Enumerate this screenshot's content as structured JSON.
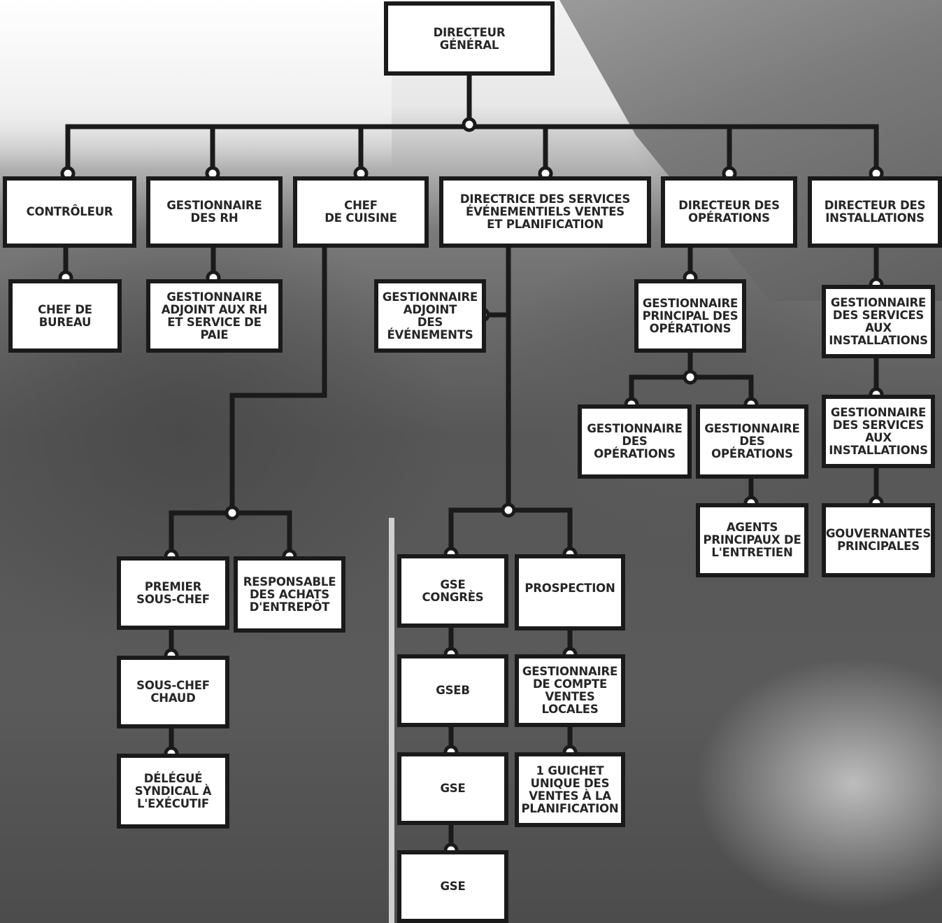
{
  "org_chart": {
    "director_general": "DIRECTEUR\nGÉNÉRAL",
    "controleur": "CONTRÔLEUR",
    "gestionnaire_rh": "GESTIONNAIRE\nDES RH",
    "chef_cuisine": "CHEF\nDE CUISINE",
    "directrice_services": "DIRECTRICE DES SERVICES\nÉVÉNEMENTIELS VENTES\nET PLANIFICATION",
    "directeur_operations": "DIRECTEUR DES\nOPÉRATIONS",
    "directeur_installations": "DIRECTEUR DES\nINSTALLATIONS",
    "chef_bureau": "CHEF DE\nBUREAU",
    "gestionnaire_adjoint_rh": "GESTIONNAIRE\nADJOINT AUX RH\nET SERVICE DE\nPAIE",
    "gestionnaire_adjoint_evenements": "GESTIONNAIRE\nADJOINT\nDES\nÉVÉNEMENTS",
    "gestionnaire_principal_operations": "GESTIONNAIRE\nPRINCIPAL DES\nOPÉRATIONS",
    "gestionnaire_operations_1": "GESTIONNAIRE\nDES\nOPÉRATIONS",
    "gestionnaire_operations_2": "GESTIONNAIRE\nDES\nOPÉRATIONS",
    "agents_entretien": "AGENTS\nPRINCIPAUX DE\nL'ENTRETIEN",
    "gestionnaire_installations_1": "GESTIONNAIRE\nDES SERVICES\nAUX\nINSTALLATIONS",
    "gestionnaire_installations_2": "GESTIONNAIRE\nDES SERVICES\nAUX\nINSTALLATIONS",
    "gouvernantes": "GOUVERNANTES\nPRINCIPALES",
    "premier_sous_chef": "PREMIER\nSOUS-CHEF",
    "responsable_achats": "RESPONSABLE\nDES ACHATS\nD'ENTREPÔT",
    "sous_chef_chaud": "SOUS-CHEF\nCHAUD",
    "delegue_syndical": "DÉLÉGUÉ\nSYNDICAL À\nL'EXÉCUTIF",
    "gse_congres": "GSE\nCONGRÈS",
    "prospection": "PROSPECTION",
    "gseb": "GSEB",
    "gestionnaire_compte": "GESTIONNAIRE\nDE COMPTE\nVENTES\nLOCALES",
    "gse_1": "GSE",
    "guichet_unique": "1 GUICHET\nUNIQUE DES\nVENTES À LA\nPLANIFICATION",
    "gse_2": "GSE"
  },
  "colors": {
    "box_fill": "#ffffff",
    "box_border": "#1a1a1a",
    "connector": "#1a1a1a",
    "text": "#262626"
  }
}
